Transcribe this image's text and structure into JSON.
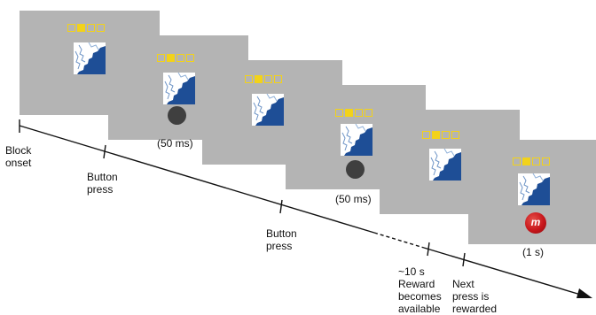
{
  "colors": {
    "frame_gray": "#b4b4b4",
    "progress_yellow": "#f2d21a",
    "fractal_blue": "#1e4e96",
    "cue_gray": "#3f3f3f",
    "reward_red": "#c8161b"
  },
  "icons": [
    "fractal-image-icon",
    "gray-cue-circle-icon",
    "mm-candy-reward-icon"
  ],
  "frames": [
    {
      "progress": [
        false,
        true,
        false,
        false
      ],
      "has_cue": false,
      "has_reward": false
    },
    {
      "progress": [
        false,
        true,
        false,
        false
      ],
      "has_cue": true,
      "has_reward": false
    },
    {
      "progress": [
        false,
        true,
        false,
        false
      ],
      "has_cue": false,
      "has_reward": false
    },
    {
      "progress": [
        false,
        true,
        false,
        false
      ],
      "has_cue": true,
      "has_reward": false
    },
    {
      "progress": [
        false,
        true,
        false,
        false
      ],
      "has_cue": false,
      "has_reward": false
    },
    {
      "progress": [
        false,
        true,
        false,
        false
      ],
      "has_cue": false,
      "has_reward": true
    }
  ],
  "durations": {
    "cue_1": "(50 ms)",
    "cue_2": "(50 ms)",
    "reward": "(1 s)"
  },
  "reward_glyph": "m",
  "timeline_labels": {
    "block_onset": [
      "Block",
      "onset"
    ],
    "button_press_1": [
      "Button",
      "press"
    ],
    "button_press_2": [
      "Button",
      "press"
    ],
    "reward_available": [
      "~10 s",
      "Reward",
      "becomes",
      "available"
    ],
    "next_press": [
      "Next",
      "press is",
      "rewarded"
    ]
  }
}
